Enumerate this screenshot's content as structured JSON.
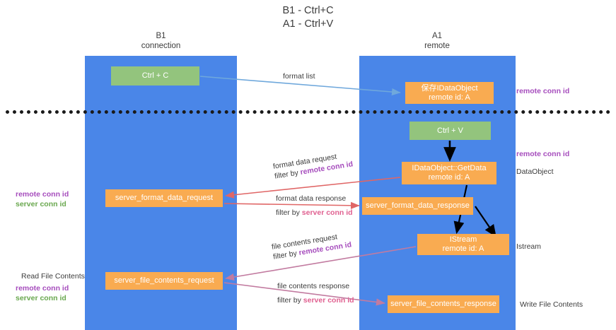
{
  "title": {
    "line1": "B1 - Ctrl+C",
    "line2": "A1 - Ctrl+V"
  },
  "lanes": [
    {
      "id": "b1",
      "name": "B1",
      "role": "connection"
    },
    {
      "id": "a1",
      "name": "A1",
      "role": "remote"
    }
  ],
  "boxes": {
    "ctrl_c": "Ctrl + C",
    "save_idataobject": "保存IDataObject\nremote id: A",
    "save_idataobject_line1": "保存IDataObject",
    "save_idataobject_line2": "remote id: A",
    "ctrl_v": "Ctrl + V",
    "getdata_line1": "IDataObject::GetData",
    "getdata_line2": "remote id: A",
    "server_format_data_request": "server_format_data_request",
    "server_format_data_response": "server_format_data_response",
    "istream_line1": "IStream",
    "istream_line2": "remote id: A",
    "server_file_contents_request": "server_file_contents_request",
    "server_file_contents_response": "server_file_contents_response"
  },
  "annotations": {
    "format_list": "format list",
    "format_data_request": "format data request",
    "format_data_response": "format data response",
    "file_contents_request": "file contents request",
    "file_contents_response": "file contents response",
    "filter_by": "filter by",
    "remote_conn_id": "remote conn id",
    "server_conn_id": "server conn id",
    "dataobject": "DataObject",
    "istream": "Istream",
    "read_file_contents": "Read File Contents",
    "write_file_contents": "Write File Contents"
  },
  "colors": {
    "lane": "#4a86e8",
    "green_box": "#93c47d",
    "orange_box": "#f9ab51",
    "remote_conn_id": "#a64dbd",
    "server_conn_id": "#6aa84f",
    "server_conn_id_filter": "#e06090",
    "arrow_format_list": "#6fa8dc",
    "arrow_format_data": "#e06666",
    "arrow_file_contents": "#c27ba0",
    "arrow_black": "#000000",
    "divider": "#1a1a1a",
    "text": "#3c3c3c"
  }
}
